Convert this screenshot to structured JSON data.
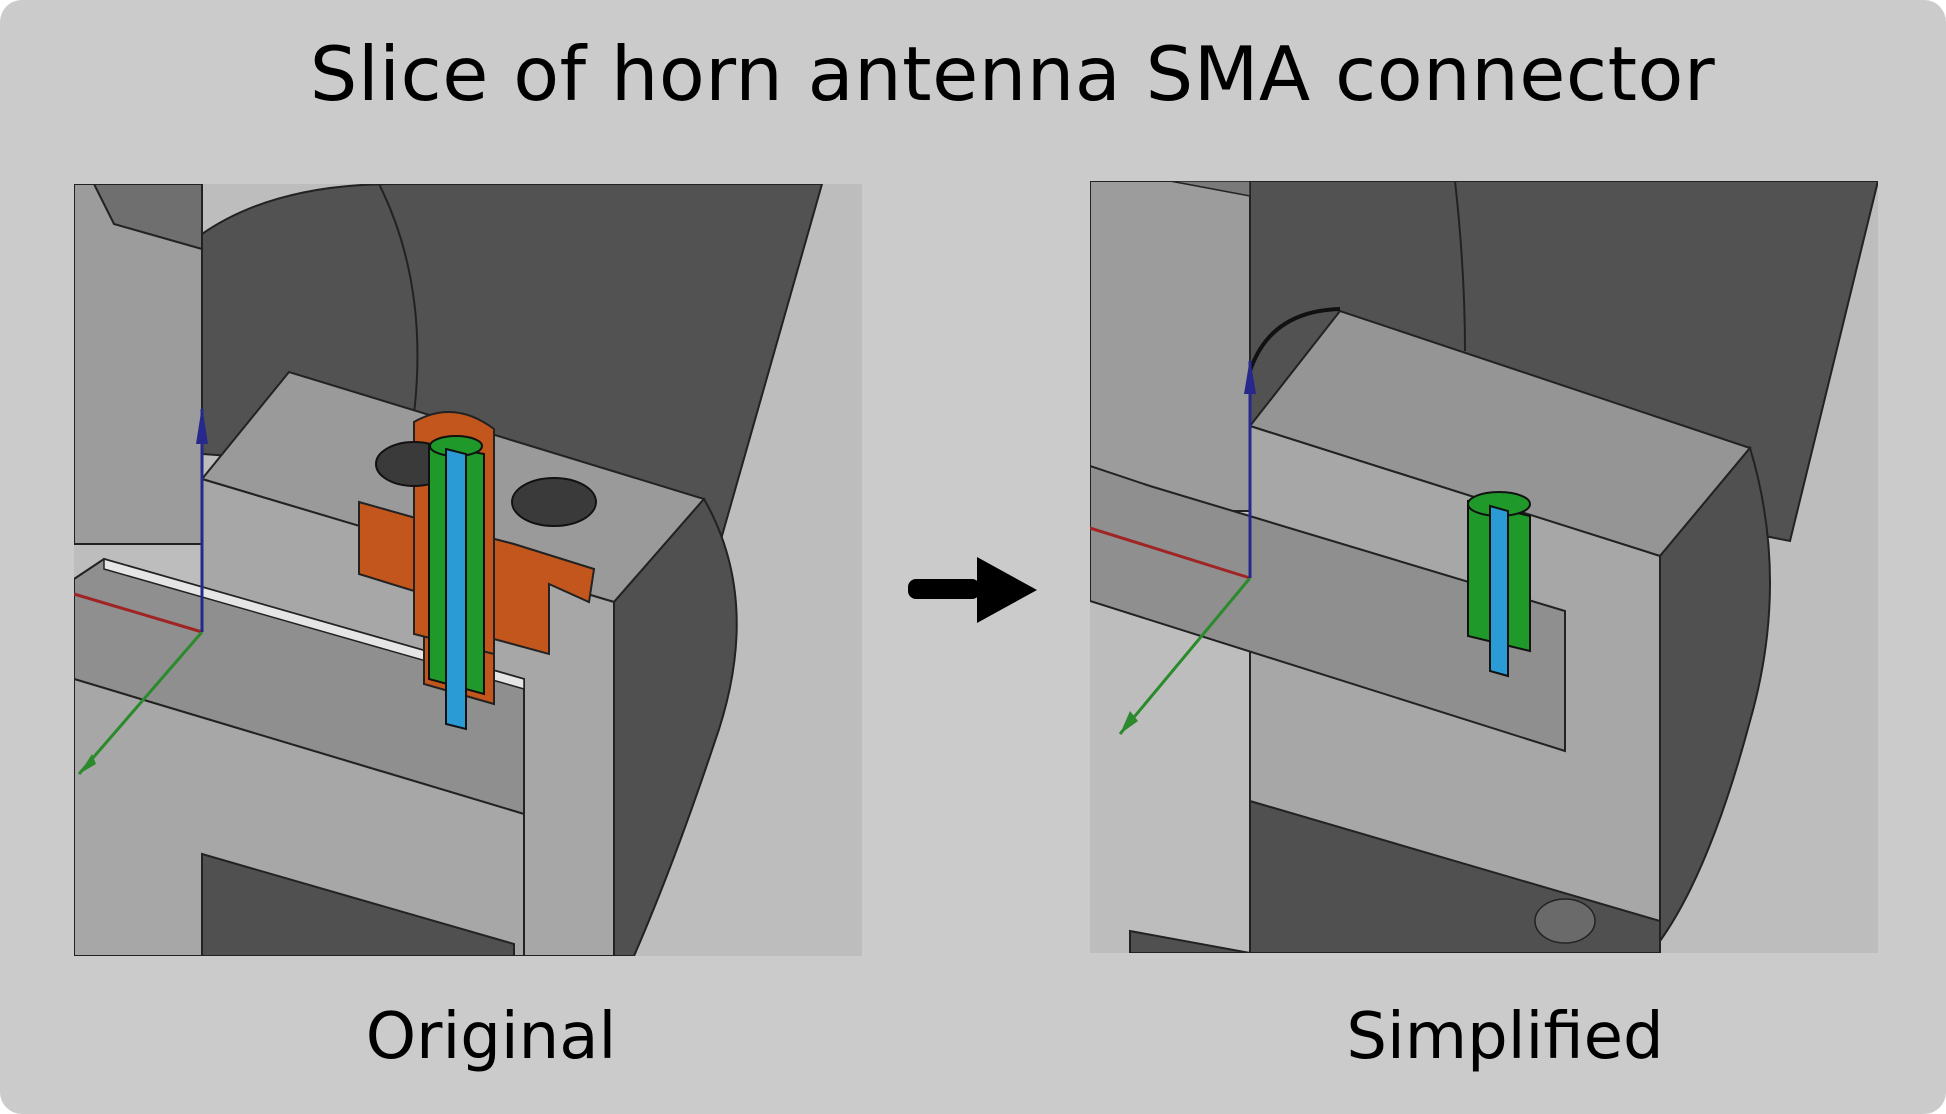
{
  "title": "Slice of horn antenna SMA connector",
  "panels": [
    {
      "caption": "Original"
    },
    {
      "caption": "Simplified"
    }
  ],
  "colors": {
    "background": "#cbcbcb",
    "housing_light": "#9d9d9d",
    "housing_dark": "#505050",
    "copper": "#c3561c",
    "dielectric": "#1f9a2a",
    "center_pin": "#2a9bd4",
    "axis_x": "#a02424",
    "axis_y": "#2b8a2b",
    "axis_z": "#26288c"
  },
  "icons": {
    "transition": "right-arrow-icon"
  }
}
